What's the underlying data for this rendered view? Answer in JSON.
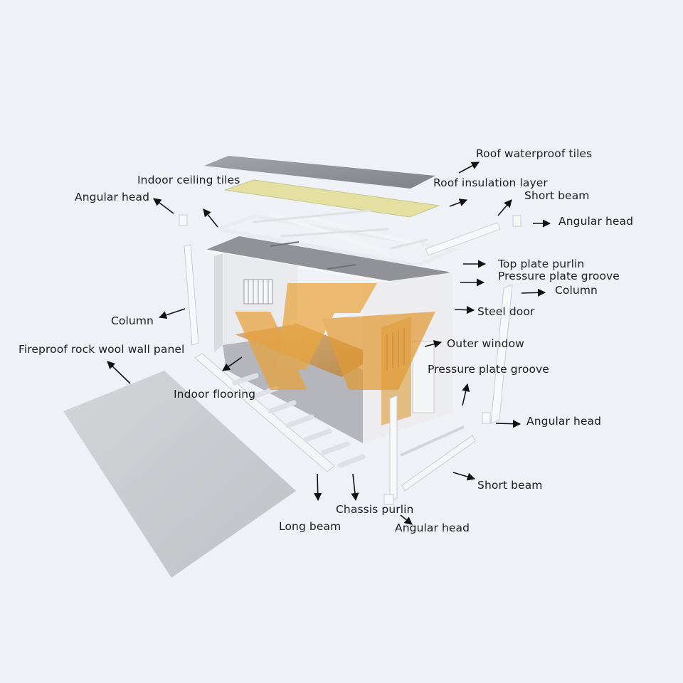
{
  "labels": {
    "roof_waterproof_tiles": "Roof waterproof tiles",
    "indoor_ceiling_tiles": "Indoor ceiling tiles",
    "roof_insulation_layer": "Roof insulation layer",
    "short_beam_top": "Short beam",
    "angular_head_top_left": "Angular head",
    "angular_head_top_right": "Angular head",
    "top_plate_purlin": "Top plate purlin",
    "pressure_plate_groove_top": "Pressure plate groove",
    "column_right": "Column",
    "column_left": "Column",
    "steel_door": "Steel door",
    "outer_window": "Outer window",
    "fireproof_wall_panel": "Fireproof rock wool wall panel",
    "pressure_plate_groove_lower": "Pressure plate groove",
    "indoor_flooring": "Indoor flooring",
    "angular_head_lower_right": "Angular head",
    "short_beam_lower": "Short beam",
    "chassis_purlin": "Chassis purlin",
    "long_beam": "Long beam",
    "angular_head_bottom": "Angular head"
  },
  "colors": {
    "background": "#eef1f6",
    "roof_tile": "#8f9196",
    "insulation": "#e6e2a3",
    "wall_panel": "#c9cbcf",
    "steel_frame": "#f6f7f9",
    "floor_wood": "#c79a5c",
    "watermark": "#e9a23b",
    "arrow": "#111111"
  }
}
